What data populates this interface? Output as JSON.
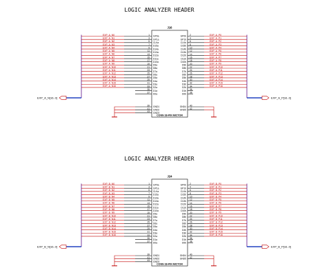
{
  "headers": [
    {
      "title": "LOGIC ANALYZER HEADER",
      "ref": "J16",
      "value": "CONN 38-PIN MICTOR",
      "left_bus": "EXP_A_N[16..0]",
      "right_bus": "EXP_A_P[16..0]",
      "left_nets": [
        "EXP_A_N0",
        "EXP_A_N1",
        "EXP_A_N2",
        "EXP_A_N3",
        "EXP_A_N4",
        "EXP_A_N5",
        "EXP_A_N6",
        "EXP_A_N7",
        "EXP_A_N8",
        "EXP_A_N9",
        "EXP_A_N10",
        "EXP_A_N11",
        "EXP_A_N12",
        "EXP_A_N13",
        "EXP_A_N14",
        "EXP_A_N15",
        "EXP_A_N16"
      ],
      "right_nets": [
        "EXP_A_P0",
        "EXP_A_P1",
        "EXP_A_P2",
        "EXP_A_P3",
        "EXP_A_P4",
        "EXP_A_P5",
        "EXP_A_P6",
        "EXP_A_P7",
        "EXP_A_P8",
        "EXP_A_P9",
        "EXP_A_P10",
        "EXP_A_P11",
        "EXP_A_P12",
        "EXP_A_P13",
        "EXP_A_P14",
        "EXP_A_P15",
        "EXP_A_P16"
      ]
    },
    {
      "title": "LOGIC ANALYZER HEADER",
      "ref": "J24",
      "value": "CONN 38-PIN MICTOR",
      "left_bus": "EXP_B_N[16..0]",
      "right_bus": "EXP_B_P[16..0]",
      "left_nets": [
        "EXP_B_N0",
        "EXP_B_N1",
        "EXP_B_N2",
        "EXP_B_N3",
        "EXP_B_N4",
        "EXP_B_N5",
        "EXP_B_N6",
        "EXP_B_N7",
        "EXP_B_N8",
        "EXP_B_N9",
        "EXP_B_N10",
        "EXP_B_N11",
        "EXP_B_N12",
        "EXP_B_N13",
        "EXP_B_N14",
        "EXP_B_N15",
        "EXP_B_N16"
      ],
      "right_nets": [
        "EXP_B_P0",
        "EXP_B_P1",
        "EXP_B_P2",
        "EXP_B_P3",
        "EXP_B_P4",
        "EXP_B_P5",
        "EXP_B_P6",
        "EXP_B_P7",
        "EXP_B_P8",
        "EXP_B_P9",
        "EXP_B_P10",
        "EXP_B_P11",
        "EXP_B_P12",
        "EXP_B_P13",
        "EXP_B_P14",
        "EXP_B_P15",
        "EXP_B_P16"
      ]
    }
  ],
  "left_pins": {
    "names": [
      "GP0a",
      "GP1a",
      "CLKa",
      "D15a",
      "D14a",
      "D13a",
      "D12a",
      "D11a",
      "D10a",
      "D9a",
      "D8a",
      "D7a",
      "D6a",
      "D5a",
      "D4a",
      "D3a",
      "D2a",
      "D1a",
      "D0a"
    ],
    "numbers": [
      "1",
      "3",
      "5",
      "7",
      "9",
      "11",
      "13",
      "15",
      "17",
      "19",
      "21",
      "23",
      "25",
      "27",
      "29",
      "31",
      "33",
      "35",
      "37"
    ]
  },
  "right_pins": {
    "names": [
      "GP0b",
      "GP1b",
      "CLKb",
      "D15b",
      "D14b",
      "D13b",
      "D12b",
      "D11b",
      "D10b",
      "D9b",
      "D8b",
      "D7b",
      "D6b",
      "D5b",
      "D4b",
      "D3b",
      "D2b",
      "D1b",
      "D0b"
    ],
    "numbers": [
      "2",
      "4",
      "6",
      "8",
      "10",
      "12",
      "14",
      "16",
      "18",
      "20",
      "22",
      "24",
      "26",
      "28",
      "30",
      "32",
      "34",
      "36",
      "38"
    ]
  },
  "gnd_left": {
    "names": [
      "GND1",
      "GND2",
      "GND3"
    ],
    "numbers": [
      "39",
      "41",
      "43"
    ]
  },
  "gnd_right": {
    "names": [
      "GND4",
      "GND5"
    ],
    "numbers": [
      "40",
      "42"
    ]
  }
}
